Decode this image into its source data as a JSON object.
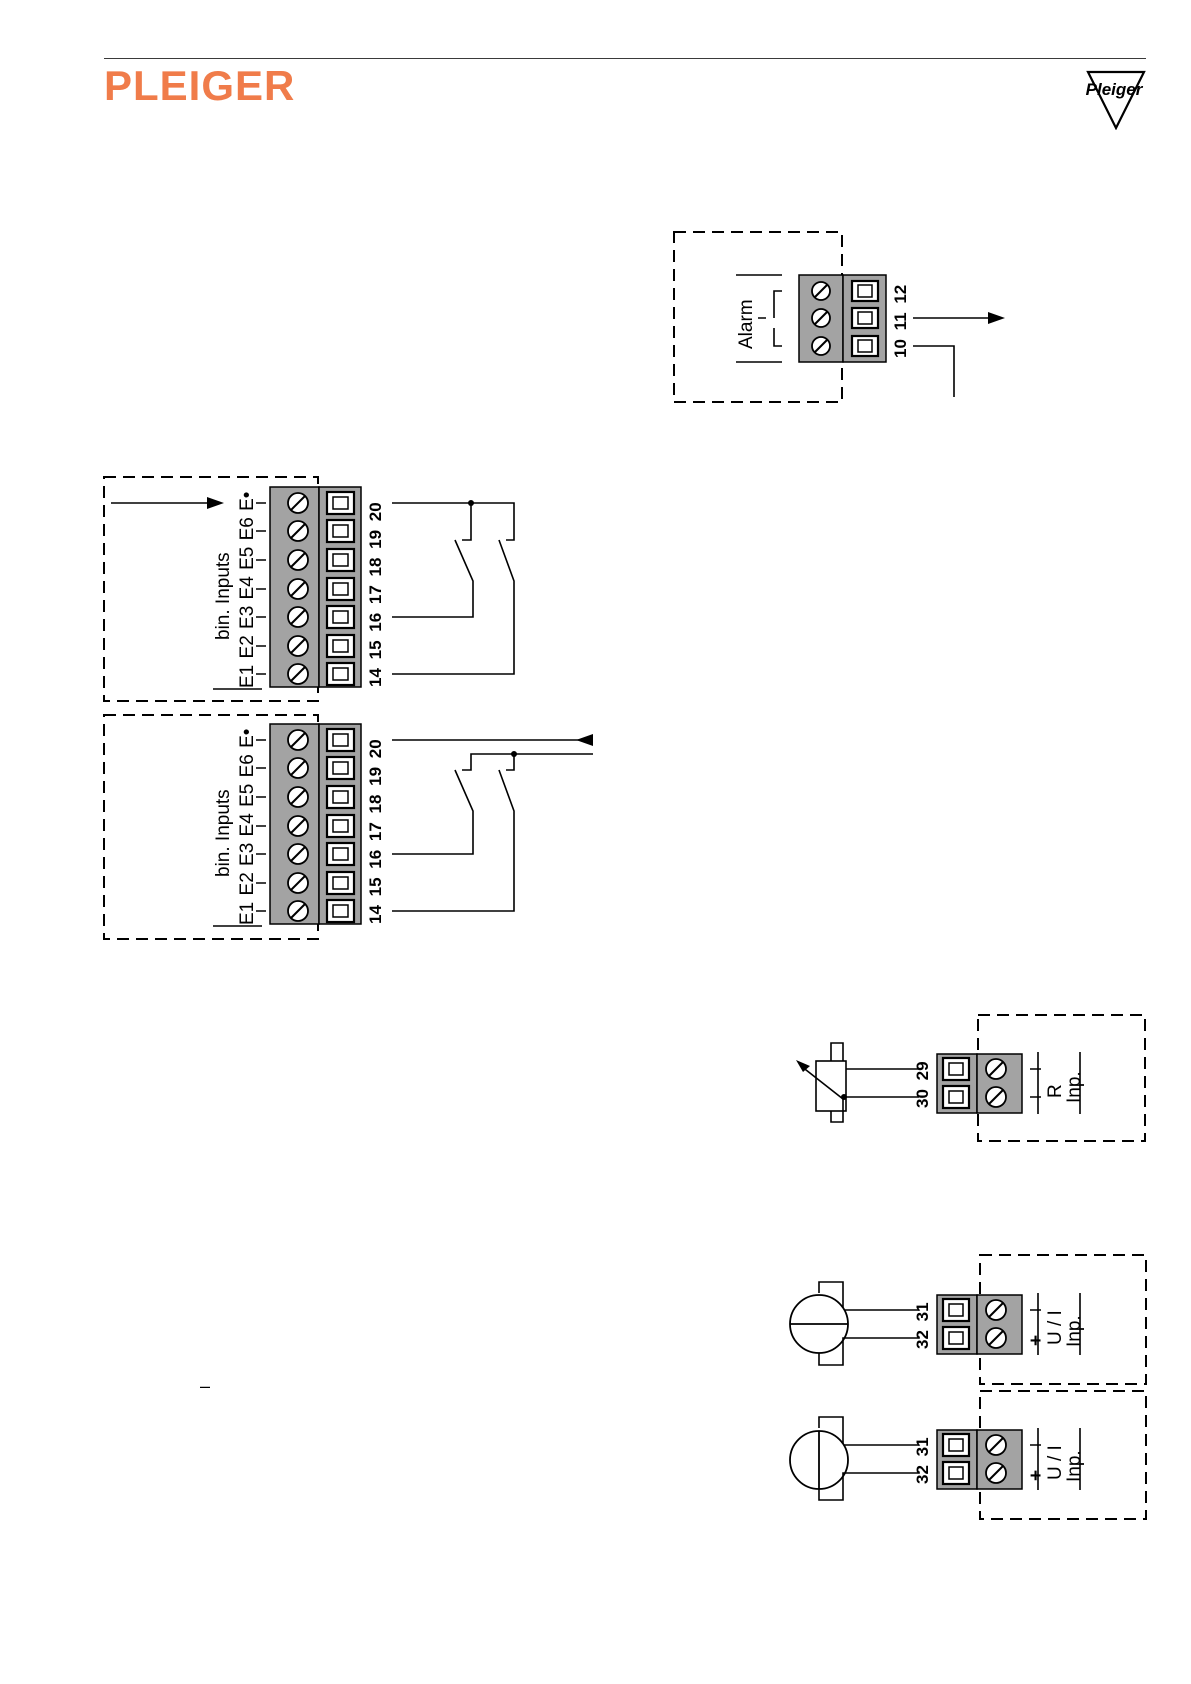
{
  "header": {
    "brand": "PLEIGER",
    "brand_color": "#f07c4a",
    "emblem_text": "Pleiger"
  },
  "alarm": {
    "label": "Alarm",
    "terminals": "10 11 12"
  },
  "binary_inputs": {
    "title": "bin. Inputs",
    "inputs": "E1 E2 E3 E4 E5 E6 E•",
    "terminals": "14 15 16 17 18 19 20"
  },
  "resistance_input": {
    "label": "R",
    "sub_label": "Inp.",
    "terminals": "30 29"
  },
  "current_voltage_input": {
    "label": "U / I",
    "sub_label": "Inp.",
    "terminals": "32 31",
    "plus_sign": "+",
    "minus_mark": "–"
  }
}
